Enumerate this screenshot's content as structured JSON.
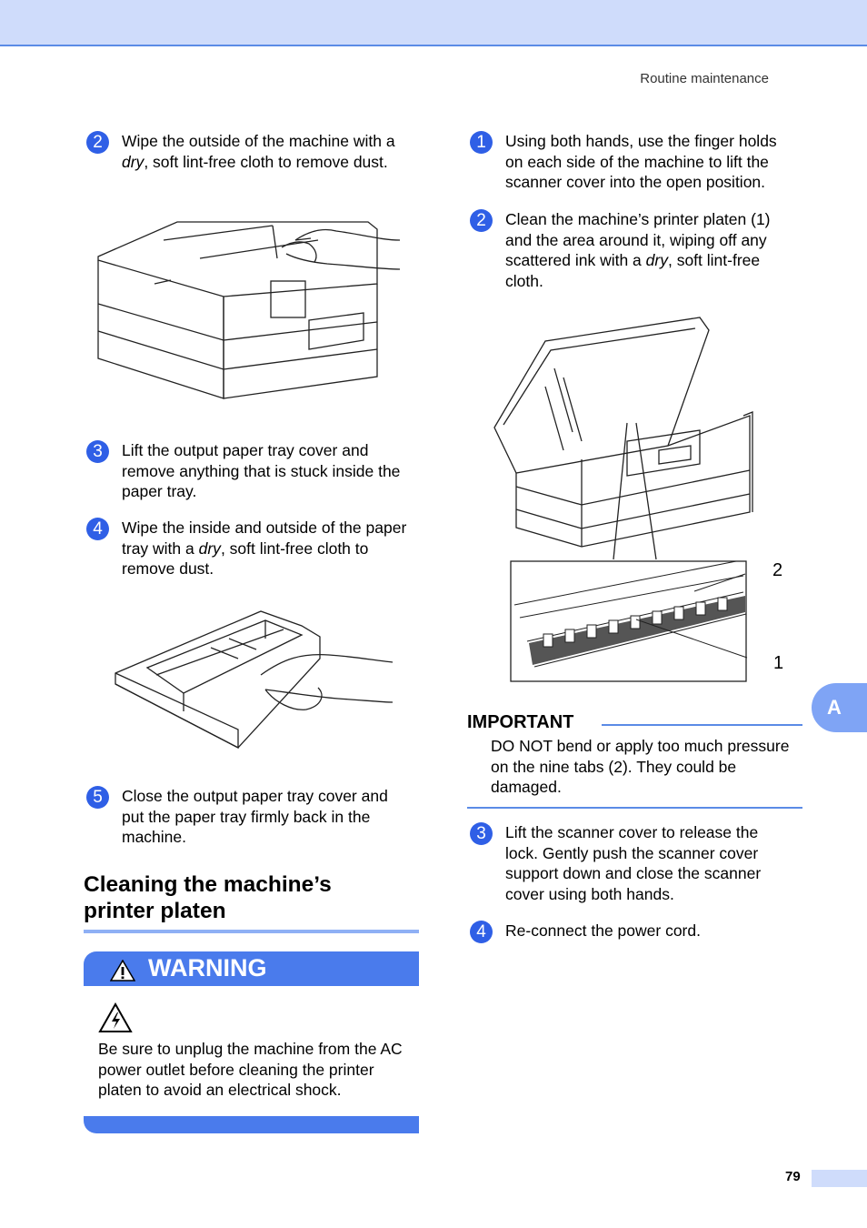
{
  "header": {
    "section": "Routine maintenance"
  },
  "left_steps": [
    {
      "num": "2",
      "lines": [
        "Wipe the outside of the machine with a",
        "dry, soft lint-free cloth to remove dust."
      ]
    },
    {
      "num": "3",
      "lines": [
        "Lift the output paper tray cover and",
        "remove anything that is stuck inside the",
        "paper tray."
      ]
    },
    {
      "num": "4",
      "lines": [
        "Wipe the inside and outside of the paper",
        "tray with a dry, soft lint-free cloth to",
        "remove dust."
      ]
    },
    {
      "num": "5",
      "lines": [
        "Close the output paper tray cover and",
        "put the paper tray firmly back in the",
        "machine."
      ]
    }
  ],
  "section": {
    "title_line1": "Cleaning the machine’s",
    "title_line2": "printer platen"
  },
  "warning": {
    "label": "WARNING",
    "lines": [
      "Be sure to unplug the machine from the AC",
      "power outlet before cleaning the printer",
      "platen to avoid an electrical shock."
    ]
  },
  "right_steps": [
    {
      "num": "1",
      "lines": [
        "Using both hands, use the finger holds",
        "on each side of the machine to lift the",
        "scanner cover into the open position."
      ]
    },
    {
      "num": "2",
      "lines": [
        "Clean the machine’s printer platen (1)",
        "and the area around it, wiping off any",
        "scattered ink with a dry, soft lint-free",
        "cloth."
      ]
    },
    {
      "num": "3",
      "lines": [
        "Lift the scanner cover to release the",
        "lock. Gently push the scanner cover",
        "support down and close the scanner",
        "cover using both hands."
      ]
    },
    {
      "num": "4",
      "lines": [
        "Re-connect the power cord."
      ]
    }
  ],
  "callouts": {
    "c2": "2",
    "c1": "1"
  },
  "important": {
    "label": "IMPORTANT",
    "lines": [
      "DO NOT bend or apply too much pressure",
      "on the nine tabs (2). They could be",
      "damaged."
    ]
  },
  "side_tab": {
    "label": "A"
  },
  "footer": {
    "page": "79"
  },
  "colors": {
    "accent": "#2f5fe6",
    "band": "#cfdcfb",
    "warning": "#4a7bec"
  }
}
